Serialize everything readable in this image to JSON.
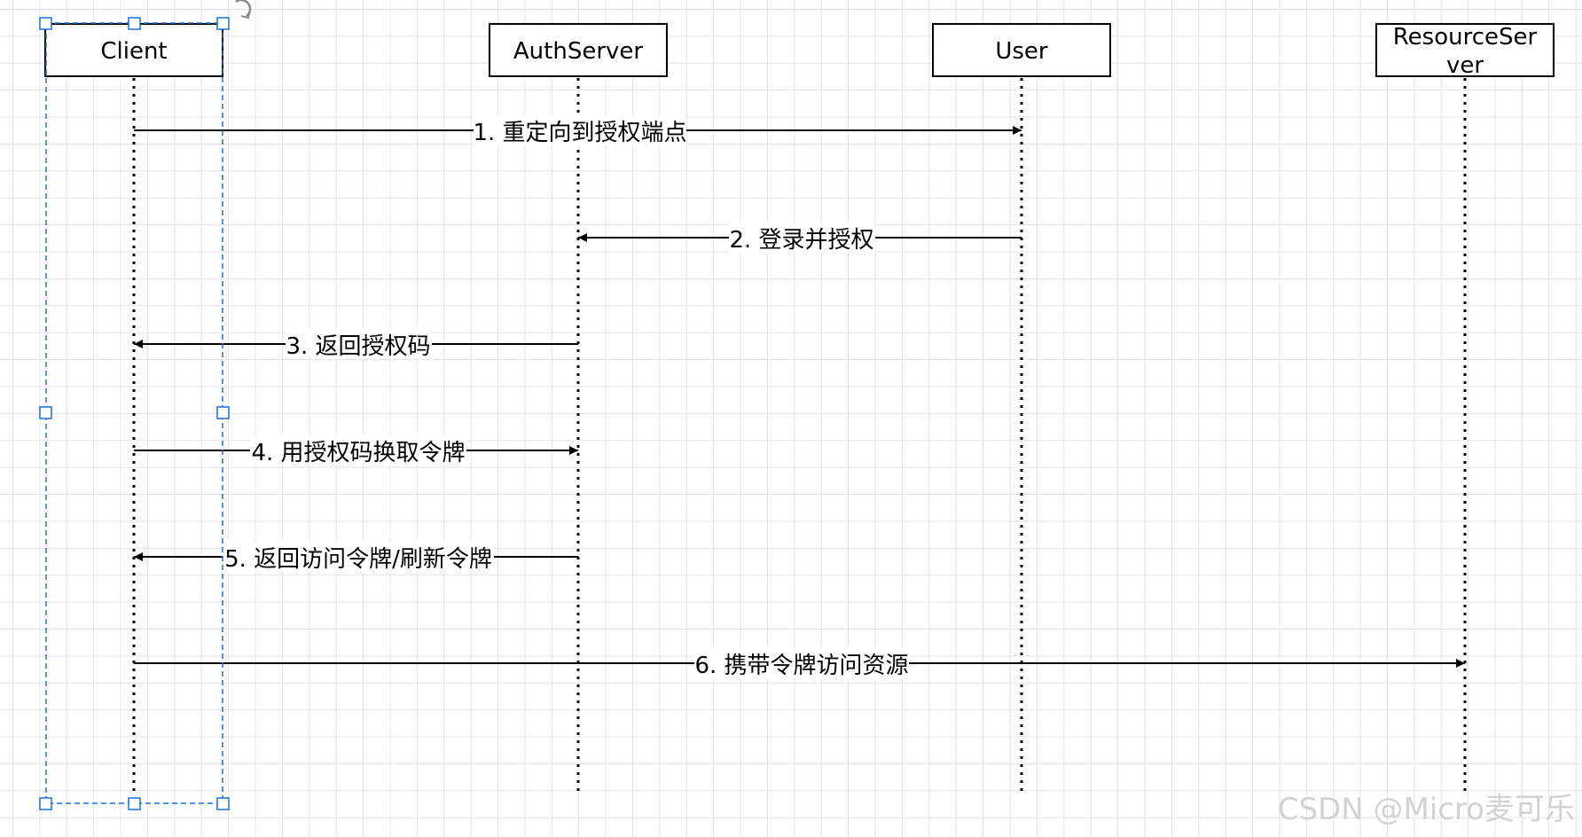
{
  "diagram": {
    "participants": [
      {
        "id": "client",
        "label": "Client"
      },
      {
        "id": "auth",
        "label": "AuthServer"
      },
      {
        "id": "user",
        "label": "User"
      },
      {
        "id": "resource",
        "label_line1": "ResourceSer",
        "label_line2": "ver"
      }
    ],
    "messages": [
      {
        "from": "client",
        "to": "user",
        "label": "1. 重定向到授权端点"
      },
      {
        "from": "user",
        "to": "auth",
        "label": "2. 登录并授权"
      },
      {
        "from": "auth",
        "to": "client",
        "label": "3. 返回授权码"
      },
      {
        "from": "client",
        "to": "auth",
        "label": "4. 用授权码换取令牌"
      },
      {
        "from": "auth",
        "to": "client",
        "label": "5. 返回访问令牌/刷新令牌"
      },
      {
        "from": "client",
        "to": "resource",
        "label": "6. 携带令牌访问资源"
      }
    ],
    "selected": "client"
  },
  "watermark": "CSDN @Micro麦可乐",
  "colors": {
    "line": "#000000",
    "grid": "#e3e3e3",
    "selection": "#1a6fd6",
    "watermark": "#d2d2d2"
  }
}
